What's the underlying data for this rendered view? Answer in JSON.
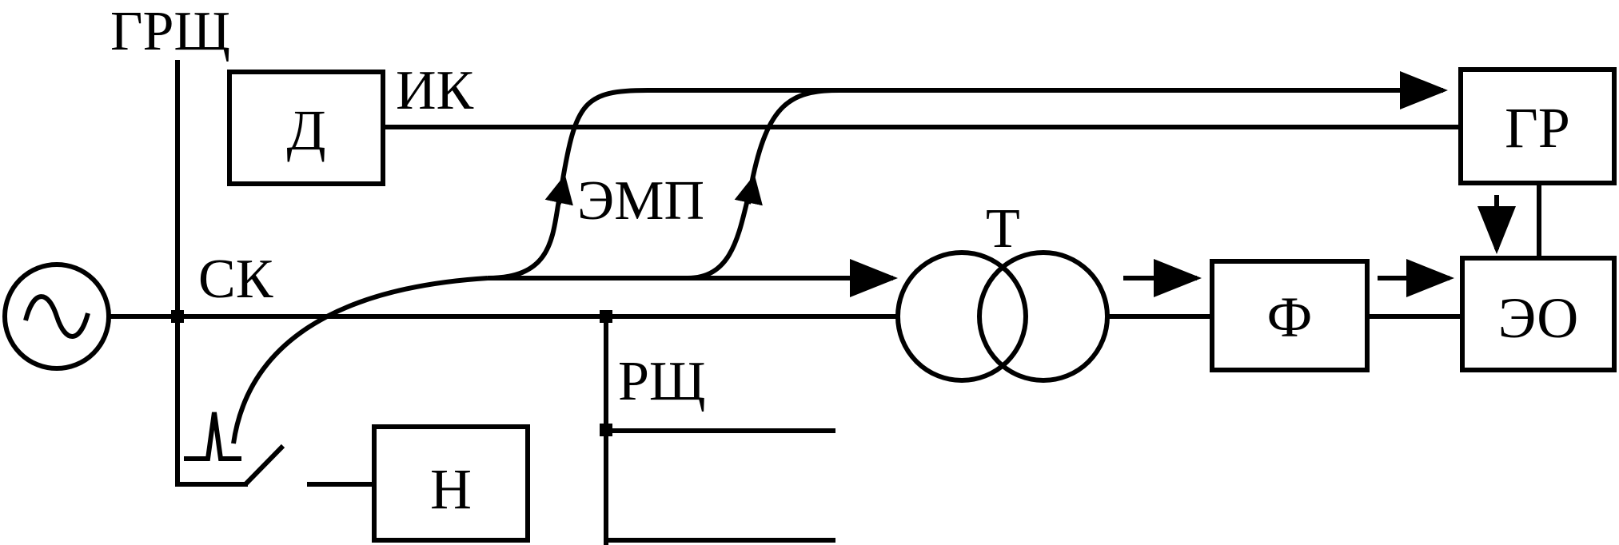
{
  "labels": {
    "main_switchboard": "ГРЩ",
    "infrared_channel": "ИК",
    "emf": "ЭМП",
    "power_cable": "СК",
    "transformer": "Т",
    "distribution_board": "РЩ"
  },
  "blocks": {
    "sensor": "Д",
    "registrar": "ГР",
    "filter": "Ф",
    "object": "ЭО",
    "load": "Н"
  },
  "symbols": {
    "source": "~"
  }
}
